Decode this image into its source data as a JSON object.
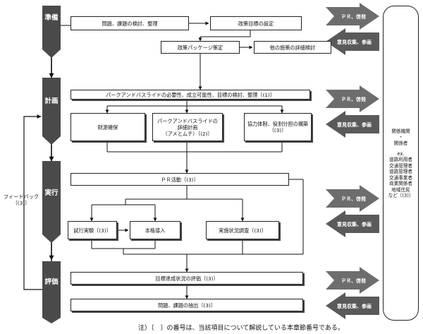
{
  "stages": [
    {
      "id": "prep",
      "label": "準備"
    },
    {
      "id": "plan",
      "label": "計画"
    },
    {
      "id": "exec",
      "label": "実行"
    },
    {
      "id": "eval",
      "label": "評価"
    }
  ],
  "feedback": {
    "label": "フィードバック\n〔(3)〕"
  },
  "boxes": {
    "issues_review": "問題、課題の検討、整理",
    "policy_goals": "政策目標の設定",
    "policy_package": "政策パッケージ策定",
    "other_measures": "他の施策の詳細検討",
    "pr_necessity": "パークアンドバスライドの必要性、成立可能性、目標の検討、整理〔(1)〕",
    "financing": "財源確保",
    "detailed_plan": "パークアンドバスライドの\n詳細計画\n（アメとムチ）〔(2)〕",
    "cooperation": "協力体制、役割分担の構築\n〔(3)〕",
    "pr_activities": "ＰＲ活動〔(3)〕",
    "trial": "試行実験〔(3)〕",
    "full_intro": "本格導入",
    "status_survey": "実施状況調査〔(3)〕",
    "goal_eval": "目標達成状況の評価〔(3)〕",
    "extract_issues": "問題、課題の抽出〔(3)〕"
  },
  "arrows": {
    "pr_label": "ＰＲ、啓発",
    "opinion_label": "意見収集、参画"
  },
  "stakeholders": {
    "title": "関係機関\n・\n関係者",
    "list": "ex.\n道路利用者\n交通管理者\n道路管理者\n交通事業者\n商業関係者\n地域住民\nなど〔(3)〕"
  },
  "note": "注）〔　〕の番号は、当該項目について解説している本章節番号である。"
}
